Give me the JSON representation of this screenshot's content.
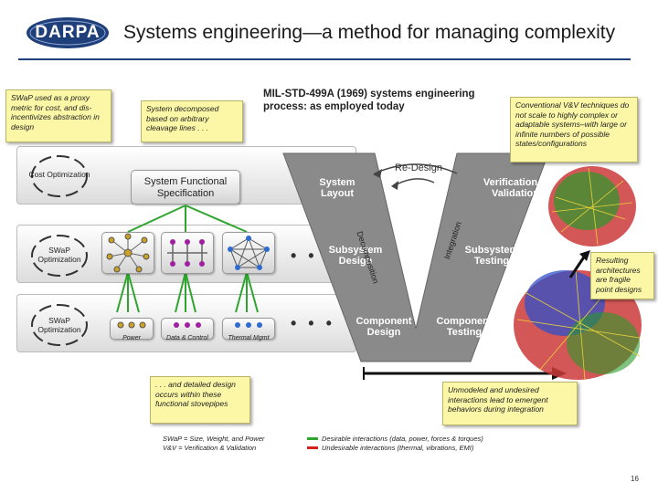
{
  "header": {
    "logo_text": "DARPA",
    "title": "Systems engineering—a method for managing complexity"
  },
  "notes": {
    "swap_proxy": "SWaP used as a proxy metric for cost, and dis-incentivizes abstraction in design",
    "decomposed": "System decomposed based on arbitrary cleavage lines . . .",
    "conventional": "Conventional V&V techniques do not scale to highly complex or adaptable systems–with large or infinite numbers of possible states/configurations",
    "resulting": "Resulting architectures are fragile point designs",
    "detailed": ". . . and detailed design occurs within these functional stovepipes",
    "unmodeled": "Unmodeled and undesired interactions lead to emergent behaviors during integration"
  },
  "milstd_heading": "MIL-STD-499A (1969) systems engineering process: as employed today",
  "rows": [
    {
      "label": "Cost Optimization"
    },
    {
      "label": "SWaP Optimization"
    },
    {
      "label": "SWaP Optimization"
    }
  ],
  "spec_box": "System Functional Specification",
  "component_labels": [
    "Power",
    "Data & Control",
    "Thermal Mgmt"
  ],
  "ellipsis": "• • •",
  "vee": {
    "system_layout": "System Layout",
    "subsystem_design": "Subsystem Design",
    "component_design": "Component Design",
    "redesign": "Re-Design",
    "decomposition": "Decomposition",
    "integration": "Integration",
    "verification": "Verification & Validation",
    "subsystem_testing": "Subsystem Testing",
    "component_testing": "Component Testing"
  },
  "legend": {
    "swap_def": "SWaP = Size, Weight, and Power",
    "vv_def": "V&V = Verification & Validation",
    "desirable": "Desirable interactions (data, power, forces & torques)",
    "undesirable": "Undesirable interactions (thermal, vibrations, EMI)",
    "desirable_color": "#2fa52f",
    "undesirable_color": "#d42020"
  },
  "page_number": "16"
}
